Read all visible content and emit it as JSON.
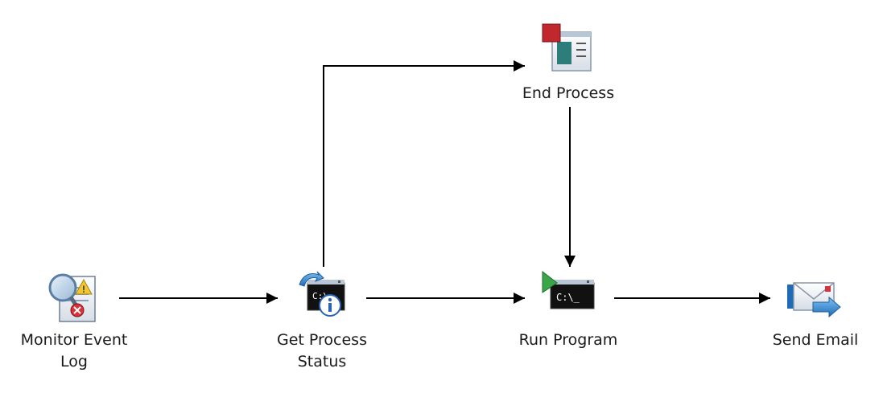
{
  "workflow": {
    "activities": [
      {
        "id": "monitor-event-log",
        "label": "Monitor Event\nLog",
        "icon": "event-log-icon"
      },
      {
        "id": "get-process-status",
        "label": "Get Process\nStatus",
        "icon": "process-status-icon"
      },
      {
        "id": "end-process",
        "label": "End Process",
        "icon": "end-process-icon"
      },
      {
        "id": "run-program",
        "label": "Run Program",
        "icon": "run-program-icon"
      },
      {
        "id": "send-email",
        "label": "Send Email",
        "icon": "send-email-icon"
      }
    ],
    "links": [
      {
        "from": "monitor-event-log",
        "to": "get-process-status"
      },
      {
        "from": "get-process-status",
        "to": "end-process"
      },
      {
        "from": "get-process-status",
        "to": "run-program"
      },
      {
        "from": "end-process",
        "to": "run-program"
      },
      {
        "from": "run-program",
        "to": "send-email"
      }
    ]
  },
  "colors": {
    "link": "#000000",
    "label": "#1a1a1a",
    "console_bg": "#111111",
    "stop_red": "#c0282d",
    "run_green": "#3aa64a",
    "info_blue": "#2a62b8"
  }
}
